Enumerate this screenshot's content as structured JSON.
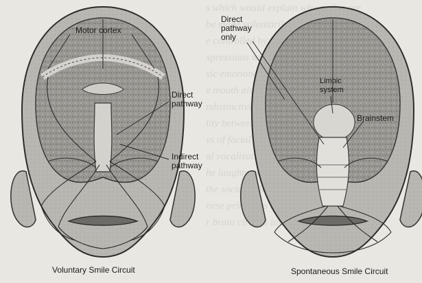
{
  "left_figure": {
    "labels": {
      "motor_cortex": "Motor cortex",
      "direct_pathway": [
        "Direct",
        "pathway"
      ],
      "indirect_pathway": [
        "Indirect",
        "pathway"
      ]
    },
    "caption": "Voluntary Smile Circuit"
  },
  "right_figure": {
    "labels": {
      "direct_pathway_only": [
        "Direct",
        "pathway",
        "only"
      ],
      "limbic_system": [
        "Limbic",
        "system"
      ],
      "brainstem": "Brainstem"
    },
    "caption": "Spontaneous Smile Circuit"
  },
  "background_text": [
    "s which would explain why smiles are",
    "be made voluntarily, in which they tend",
    "e controlled by the motor cortex, and",
    "xpressions with the involuntary circuits",
    "sic emotional function of smiling.",
    "e mouth also rises from multiple",
    "ndistinctive basis for facial smiling",
    "lity between the observer and",
    "ys of facial expression the laughter",
    "al vocalization, the observable joy",
    "he laughter with specific Related to",
    "the social difference between the",
    "nese principles of emotion and",
    "r brain circuits involve the wide"
  ]
}
